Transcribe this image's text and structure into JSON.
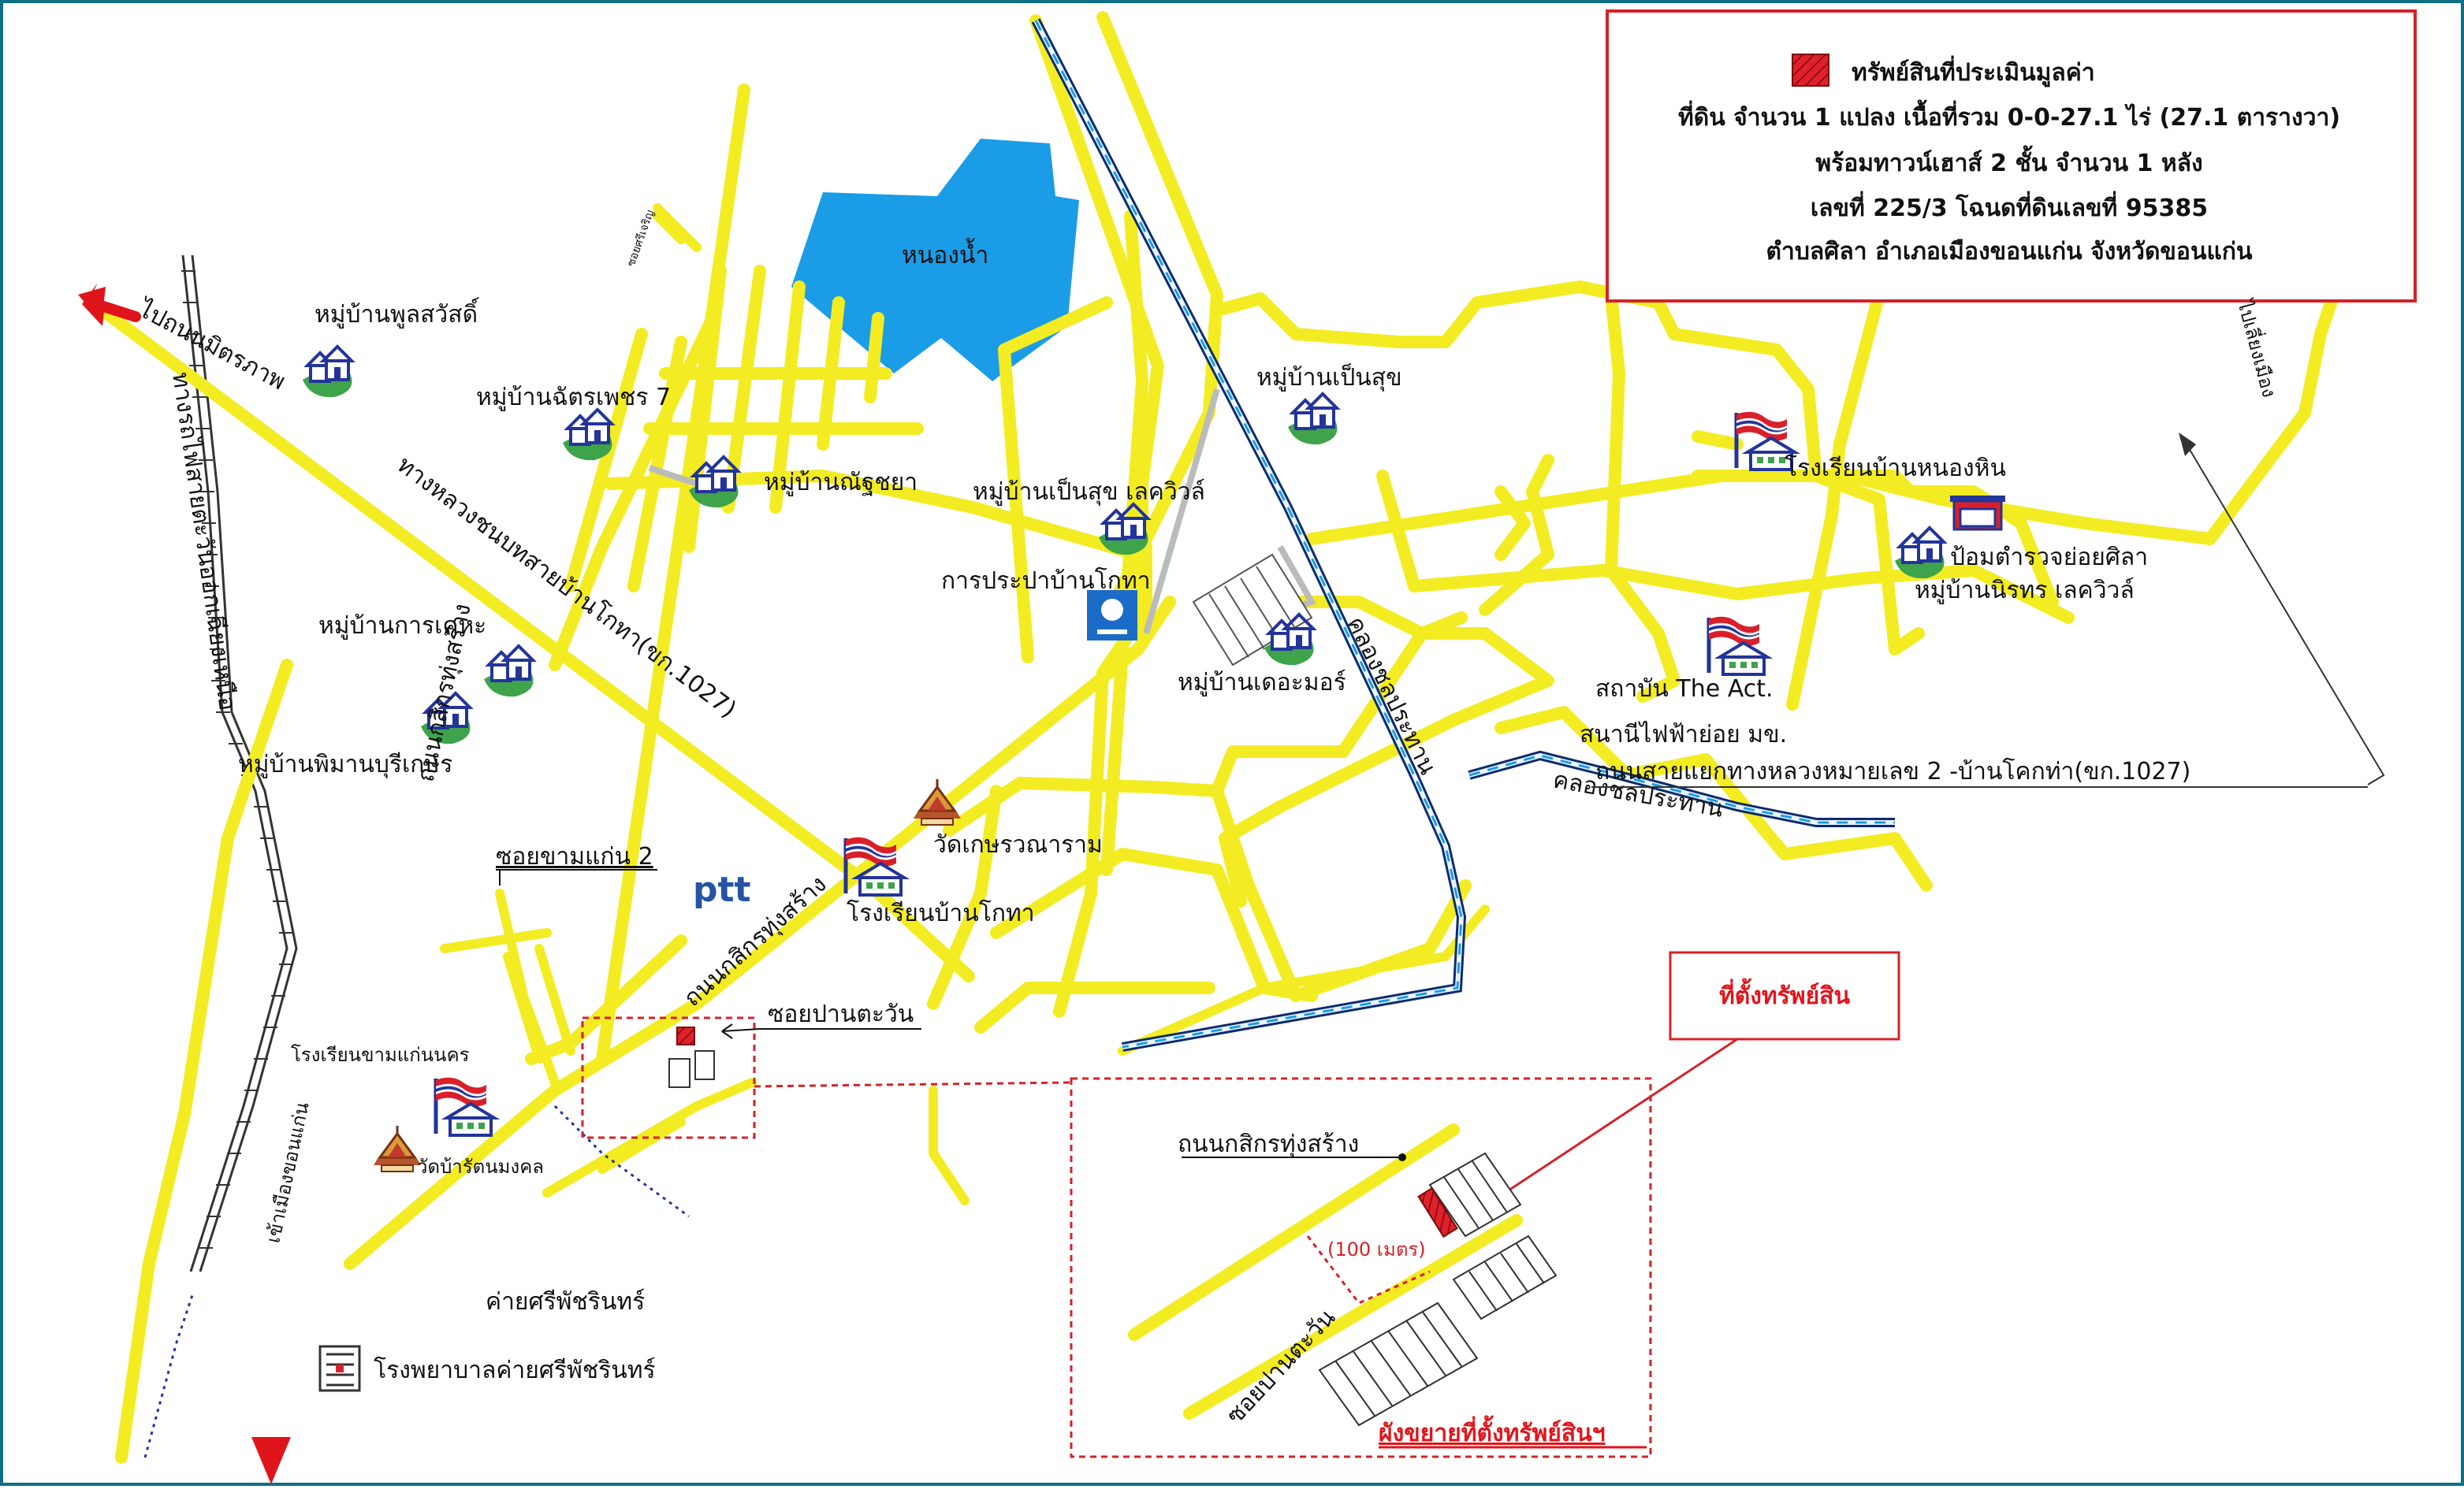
{
  "legend": {
    "symbol_label": "ทรัพย์สินที่ประเมินมูลค่า",
    "line1": "ที่ดิน จำนวน 1 แปลง เนื้อที่รวม 0-0-27.1 ไร่ (27.1 ตารางวา)",
    "line2": "พร้อมทาวน์เฮาส์ 2 ชั้น จำนวน 1 หลัง",
    "line3": "เลขที่ 225/3 โฉนดที่ดินเลขที่ 95385",
    "line4": "ตำบลศิลา อำเภอเมืองขอนแก่น จังหวัดขอนแก่น"
  },
  "places": {
    "nong_nam": "หนองน้ำ",
    "mb_pool_sawat": "หมู่บ้านพูลสวัสดิ์",
    "mb_chattra_phet": "หมู่บ้านฉัตรเพชร 7",
    "mb_nattaya": "หมู่บ้านณัฐชยา",
    "mb_pen_suk_lakeview": "หมู่บ้านเป็นสุข เลควิวล์",
    "mb_pen_suk": "หมู่บ้านเป็นสุข",
    "water_works": "การประปาบ้านโกทา",
    "mb_karn_kheha": "หมู่บ้านการเคหะ",
    "mb_phiman_buri": "หมู่บ้านพิมานบุรีเกษร",
    "mb_the_amor": "หมู่บ้านเดอะมอร์",
    "school_nong_hin": "โรงเรียนบ้านหนองหิน",
    "police_box": "ป้อมตำรวจย่อยศิลา",
    "mb_nirot": "หมู่บ้านนิรทร เลควิวล์",
    "the_act": "สถาบัน The Act.",
    "power_station": "สนานีไฟฟ้าย่อย มข.",
    "wat_ket": "วัดเกษรวณาราม",
    "school_ban_kota": "โรงเรียนบ้านโกทา",
    "ptt": "ptt",
    "school_kham_kaen": "โรงเรียนขามแก่นนคร",
    "wat_rattana": "วัดบ้ารัตนมงคล",
    "camp": "ค่ายศรีพัชรินทร์",
    "hospital": "โรงพยาบาลค่ายศรีพัชรินทร์",
    "klong_top": "คลองชลประทาน",
    "klong_bottom": "คลองชลประทาน"
  },
  "roads": {
    "main_kota": "ทางหลวงชนบทสายบ้านโกทา(ขก.1027)",
    "to_mittraphap": "ไปถนนมิตรภาพ",
    "railway": "ทางรถไฟสายตะวันออกเฉียงเหนือ",
    "kasikorn_left": "ถนนกสิกรทุ่งสร้าง",
    "kasikorn_mid": "ถนนกสิกรทุ่งสร้าง",
    "muang_khon_kaen": "เข้าเมืองขอนแก่น",
    "soi_kham_kaen2": "ซอยขามแก่น 2",
    "soi_pan_tawan": "ซอยปานตะวัน",
    "to_liang": "ไปเลี่ยงเมือง",
    "route_1027_desc": "ถนนสายแยกทางหลวงหมายเลข 2 -บ้านโคกท่า(ขก.1027)",
    "sub_road_top": "ซอยศรีเจริญ"
  },
  "inset": {
    "location_box": "ที่ตั้งทรัพย์สิน",
    "title": "ผังขยายที่ตั้งทรัพย์สินฯ",
    "road_label": "ถนนกสิกรทุ่งสร้าง",
    "soi_label": "ซอยปานตะวัน",
    "distance": "(100 เมตร)"
  },
  "colors": {
    "road": "#f3ec23",
    "water": "#1a9ce6",
    "property": "#d9202a",
    "frame": "#0f6f86",
    "red_box": "#d2232a",
    "house_blue": "#23349a",
    "house_green": "#3ea34a"
  },
  "icons": {
    "house": "house-icon",
    "school": "school-flag-icon",
    "temple": "temple-icon",
    "water_works": "water-works-icon",
    "police": "police-box-icon",
    "hospital": "hospital-icon",
    "property": "property-marker-icon"
  }
}
